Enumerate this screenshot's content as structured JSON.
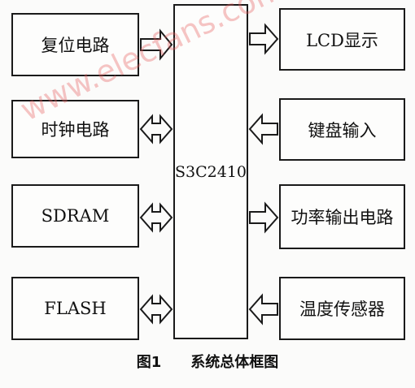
{
  "diagram": {
    "cpu_label": "S3C2410",
    "left_blocks": [
      "复位电路",
      "时钟电路",
      "SDRAM",
      "FLASH"
    ],
    "right_blocks": [
      "LCD显示",
      "键盘输入",
      "功率输出电路",
      "温度传感器"
    ]
  },
  "caption": {
    "figure_no": "图1",
    "title": "系统总体框图"
  },
  "watermark": "www.elecfans.com"
}
